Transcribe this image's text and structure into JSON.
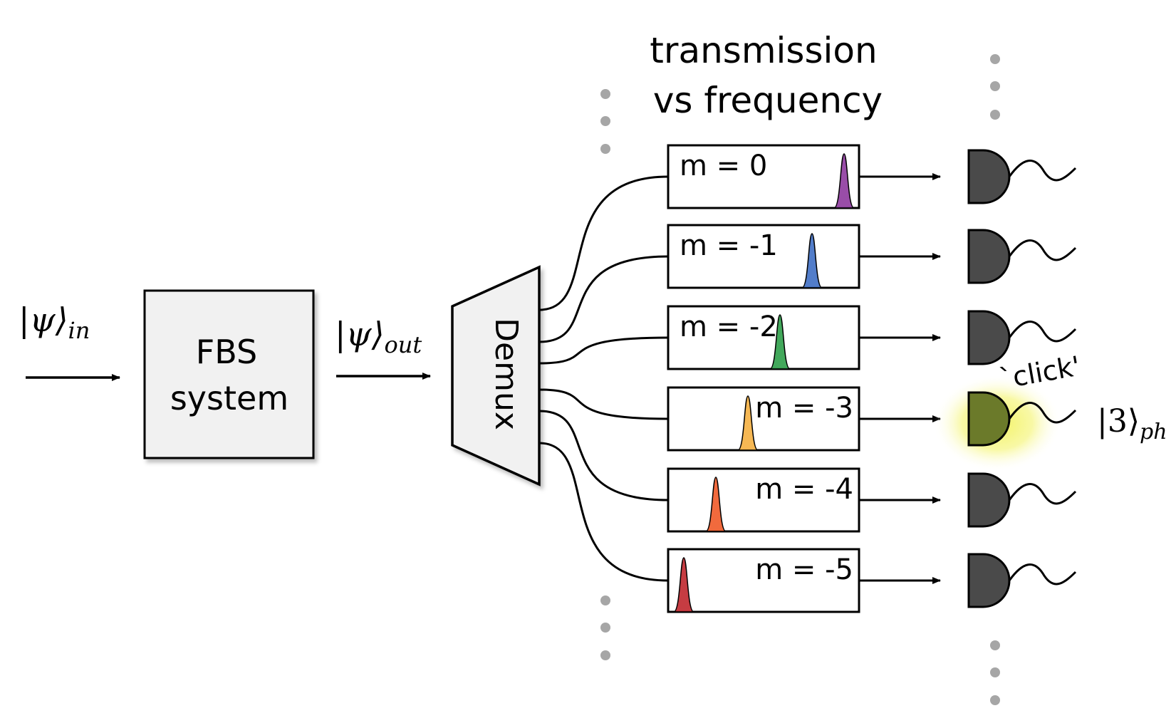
{
  "input": {
    "ket": "|ψ⟩",
    "sub": "in"
  },
  "system": {
    "line1": "FBS",
    "line2": "system"
  },
  "output": {
    "ket": "|ψ⟩",
    "sub": "out"
  },
  "demux": {
    "label": "Demux"
  },
  "heading": {
    "line1": "transmission",
    "line2": "vs frequency"
  },
  "channels": [
    {
      "label": "m = 0",
      "peak_color": "#8e3a9e",
      "active": false
    },
    {
      "label": "m = -1",
      "peak_color": "#3f6fc4",
      "active": false
    },
    {
      "label": "m = -2",
      "peak_color": "#2e9e49",
      "active": false
    },
    {
      "label": "m = -3",
      "peak_color": "#f5b041",
      "active": true
    },
    {
      "label": "m = -4",
      "peak_color": "#f05a28",
      "active": false
    },
    {
      "label": "m = -5",
      "peak_color": "#c0272d",
      "active": false
    }
  ],
  "detector": {
    "color": "#4a4a4a",
    "active_color": "#6b7a2a",
    "glow_color": "#f2f25a"
  },
  "click": {
    "label": "`click'"
  },
  "photon_state": {
    "ket": "|3⟩",
    "sub": "ph"
  }
}
